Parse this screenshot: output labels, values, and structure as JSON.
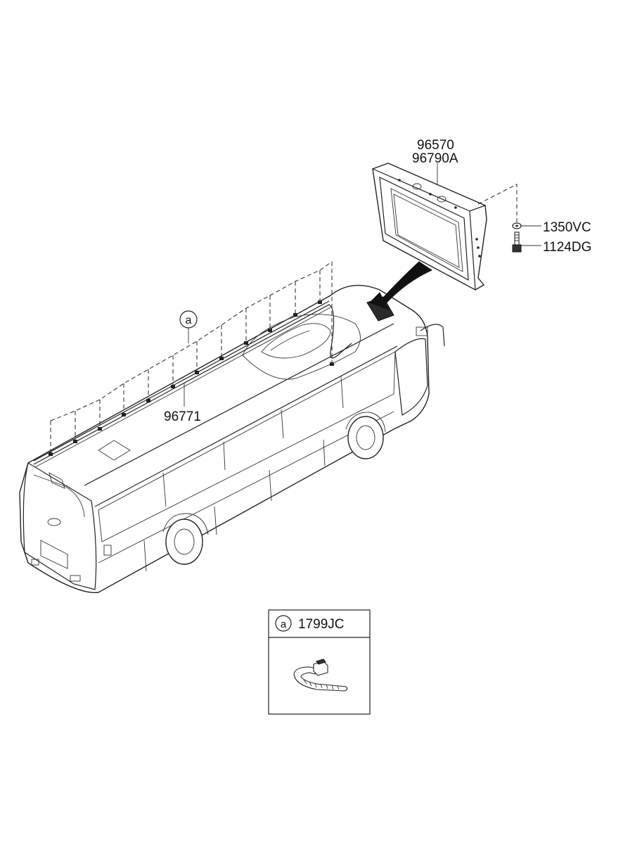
{
  "parts": {
    "monitor_part_1": "96570",
    "monitor_part_2": "96790A",
    "washer": "1350VC",
    "bolt": "1124DG",
    "harness": "96771",
    "clip": "1799JC"
  },
  "callouts": {
    "ref_a": "a",
    "legend_ref_a": "a"
  }
}
